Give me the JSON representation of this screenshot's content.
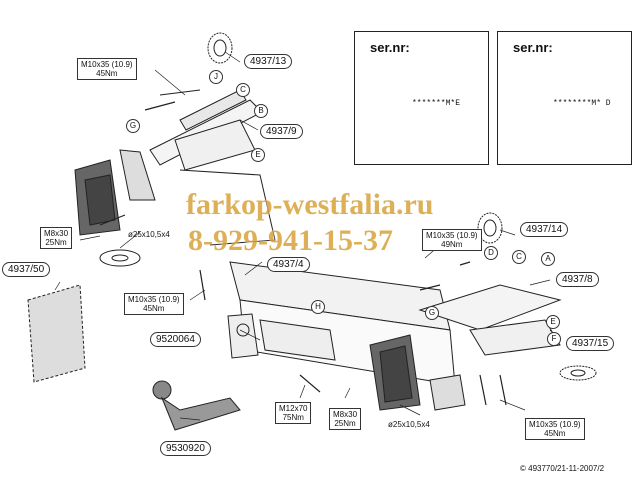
{
  "watermark": {
    "site": "farkop-westfalia.ru",
    "phone": "8-929-941-15-37"
  },
  "warning_left": {
    "ser_label": "ser.nr:",
    "marking": "*******M*E"
  },
  "warning_right": {
    "ser_label": "ser.nr:",
    "marking": "********M* D"
  },
  "specs": {
    "bolt_top": {
      "size": "M10x35 (10.9)",
      "torque": "45Nm"
    },
    "bolt_left": {
      "size": "M8x30",
      "torque": "25Nm"
    },
    "washer_left": "ø25x10,5x4",
    "bolt_mid": {
      "size": "M10x35 (10.9)",
      "torque": "45Nm"
    },
    "bolt_mid_right": {
      "size": "M10x35 (10.9)",
      "torque": "49Nm"
    },
    "bolt_m12": {
      "size": "M12x70",
      "torque": "75Nm"
    },
    "bolt_m8_bottom": {
      "size": "M8x30",
      "torque": "25Nm"
    },
    "washer_bottom": "ø25x10,5x4",
    "bolt_bottom_right": {
      "size": "M10x35 (10.9)",
      "torque": "45Nm"
    }
  },
  "parts": {
    "p4937_13": "4937/13",
    "p4937_9": "4937/9",
    "p4937_50": "4937/50",
    "p4937_4": "4937/4",
    "p9520064": "9520064",
    "p9530920": "9530920",
    "p4937_14": "4937/14",
    "p4937_8": "4937/8",
    "p4937_15": "4937/15"
  },
  "letters": {
    "J": "J",
    "C": "C",
    "B": "B",
    "G": "G",
    "E": "E",
    "H": "H",
    "D": "D",
    "C2": "C",
    "A": "A",
    "G2": "G",
    "E2": "E",
    "F": "F"
  },
  "copyright": "© 493770/21-11-2007/2"
}
